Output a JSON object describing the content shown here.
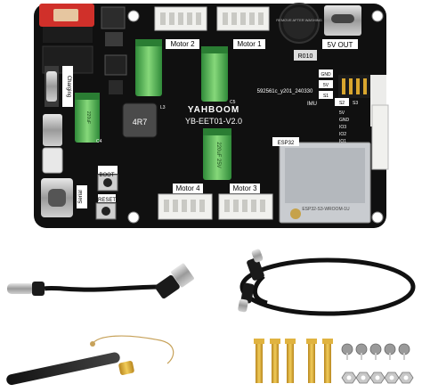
{
  "board": {
    "brand": "YAHBOOM",
    "model": "YB-EET01-V2.0",
    "serial": "592561c_y201_240330",
    "inductor": "4R7",
    "buzzer": "REMOVE AFTER WASHING",
    "cap_big": "220uF 25V",
    "chip_label": "R010",
    "esp": "ESP32",
    "esp_module": "ESP32-S3-WROOM-1U",
    "labels": {
      "motor1": "Motor 1",
      "motor2": "Motor 2",
      "motor3": "Motor 3",
      "motor4": "Motor 4",
      "charging": "Charging",
      "boot": "BOOT",
      "reset": "RESET",
      "serial": "Serial",
      "v5out": "5V OUT",
      "imu": "IMU",
      "gnd": "GND",
      "v5": "5V",
      "s1": "S1",
      "s2": "S2",
      "s3": "S3",
      "io": [
        "IO3",
        "IO2",
        "IO1"
      ],
      "l3": "L3",
      "c4": "C4",
      "c5": "C5",
      "cap_small": "220uF"
    }
  },
  "colors": {
    "pcb": "#111111",
    "connector": "#f1f1ee",
    "capacitor": "#4caf50",
    "gold": "#d9a62e",
    "red_plug": "#d0302a"
  }
}
